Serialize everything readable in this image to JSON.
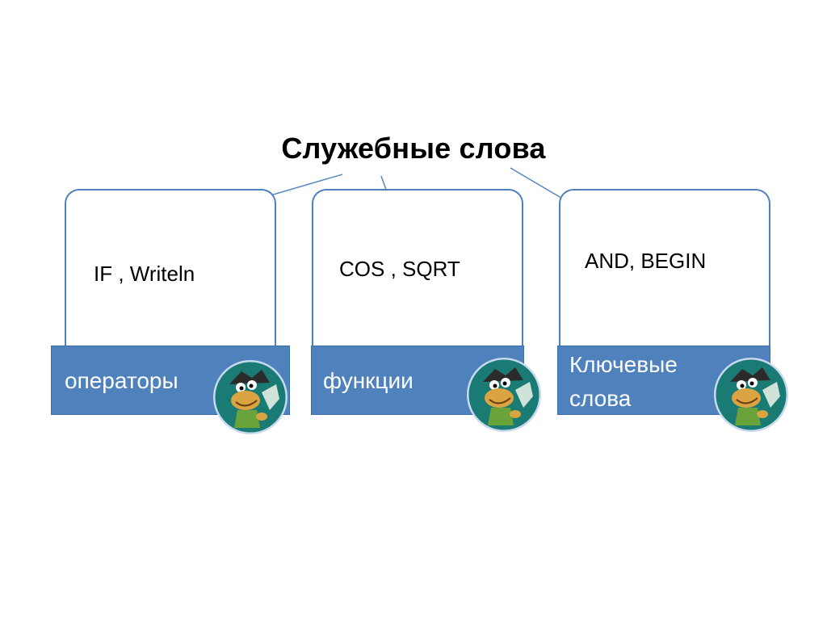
{
  "title": "Служебные слова",
  "colors": {
    "accent": "#4f81bd",
    "avatar_bg": "#1a7b74"
  },
  "cards": [
    {
      "example": "IF , Writeln",
      "category": "операторы",
      "icon": "cartoon-hugo-avatar"
    },
    {
      "example": "COS , SQRT",
      "category": "функции",
      "icon": "cartoon-hugo-avatar"
    },
    {
      "example": "AND, BEGIN",
      "category": "Ключевые слова",
      "icon": "cartoon-hugo-avatar"
    }
  ]
}
